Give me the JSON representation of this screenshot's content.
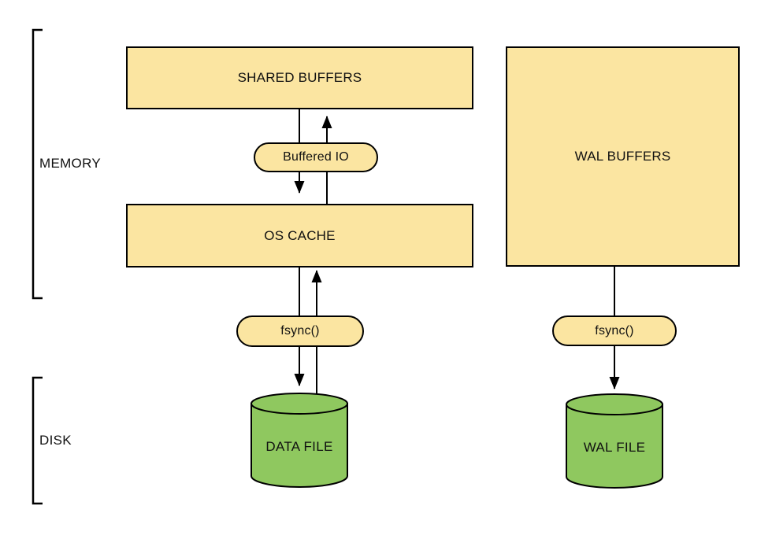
{
  "colors": {
    "background": "#FFFFFF",
    "node_fill": "#FBE5A1",
    "node_border": "#000000",
    "cylinder_fill": "#8FC85F",
    "text": "#111111"
  },
  "sections": {
    "memory": {
      "label": "MEMORY"
    },
    "disk": {
      "label": "DISK"
    }
  },
  "nodes": {
    "shared_buffers": {
      "label": "SHARED BUFFERS",
      "shape": "rect"
    },
    "os_cache": {
      "label": "OS CACHE",
      "shape": "rect"
    },
    "wal_buffers": {
      "label": "WAL BUFFERS",
      "shape": "rect"
    },
    "buffered_io": {
      "label": "Buffered IO",
      "shape": "pill"
    },
    "fsync_data": {
      "label": "fsync()",
      "shape": "pill"
    },
    "fsync_wal": {
      "label": "fsync()",
      "shape": "pill"
    },
    "data_file": {
      "label": "DATA FILE",
      "shape": "cylinder"
    },
    "wal_file": {
      "label": "WAL FILE",
      "shape": "cylinder"
    }
  },
  "edges": [
    {
      "from": "SHARED BUFFERS",
      "to": "OS CACHE",
      "via": "Buffered IO",
      "direction": "down"
    },
    {
      "from": "OS CACHE",
      "to": "SHARED BUFFERS",
      "via": "Buffered IO",
      "direction": "up"
    },
    {
      "from": "OS CACHE",
      "to": "DATA FILE",
      "via": "fsync()",
      "direction": "down"
    },
    {
      "from": "DATA FILE",
      "to": "OS CACHE",
      "via": "fsync()",
      "direction": "up"
    },
    {
      "from": "WAL BUFFERS",
      "to": "WAL FILE",
      "via": "fsync()",
      "direction": "down"
    }
  ]
}
